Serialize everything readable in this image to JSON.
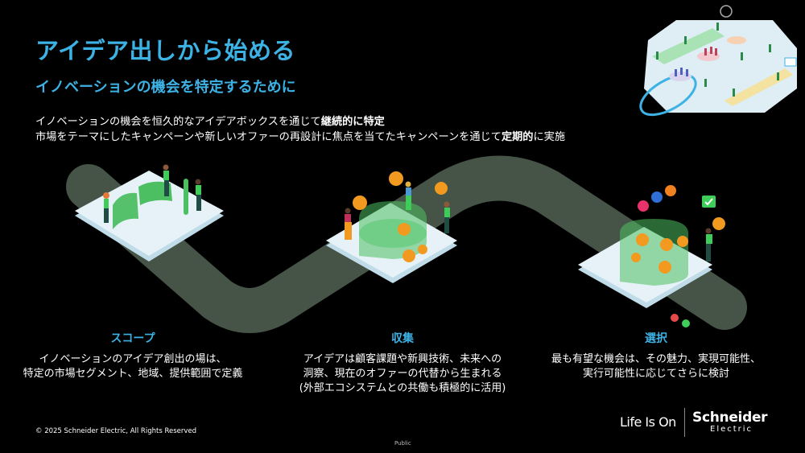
{
  "slide": {
    "title": "アイデア出しから始める",
    "subtitle": "イノベーションの機会を特定するために",
    "intro": {
      "line1_prefix": "イノベーションの機会を恒久的なアイデアボックスを通じて",
      "line1_bold": "継続的に特定",
      "line2_prefix": "市場をテーマにしたキャンペーンや新しいオファーの再設計に焦点を当てたキャンペーンを通じて",
      "line2_bold": "定期的",
      "line2_suffix": "に実施"
    }
  },
  "stages": [
    {
      "title": "スコープ",
      "desc_lines": [
        "イノベーションのアイデア創出の場は、",
        "特定の市場セグメント、地域、提供範囲で定義"
      ]
    },
    {
      "title": "収集",
      "desc_lines": [
        "アイデアは顧客課題や新興技術、未来への",
        "洞察、現在のオファーの代替から生まれる",
        "(外部エコシステムとの共働も積極的に活用)"
      ]
    },
    {
      "title": "選択",
      "desc_lines": [
        "最も有望な機会は、その魅力、実現可能性、",
        "実行可能性に応じてさらに検討"
      ]
    }
  ],
  "footer": {
    "copyright": "© 2025 Schneider Electric, All Rights Reserved",
    "classification": "Public",
    "tagline": "Life Is On",
    "brand_top": "Schneider",
    "brand_bottom": "Electric"
  },
  "colors": {
    "accent_blue": "#3DB2E5",
    "path": "#465448",
    "platform": "#E6F2F7",
    "platform_edge": "#BFDCE8",
    "green": "#3DCD58",
    "bulb": "#F29A1F",
    "background": "#000000"
  }
}
